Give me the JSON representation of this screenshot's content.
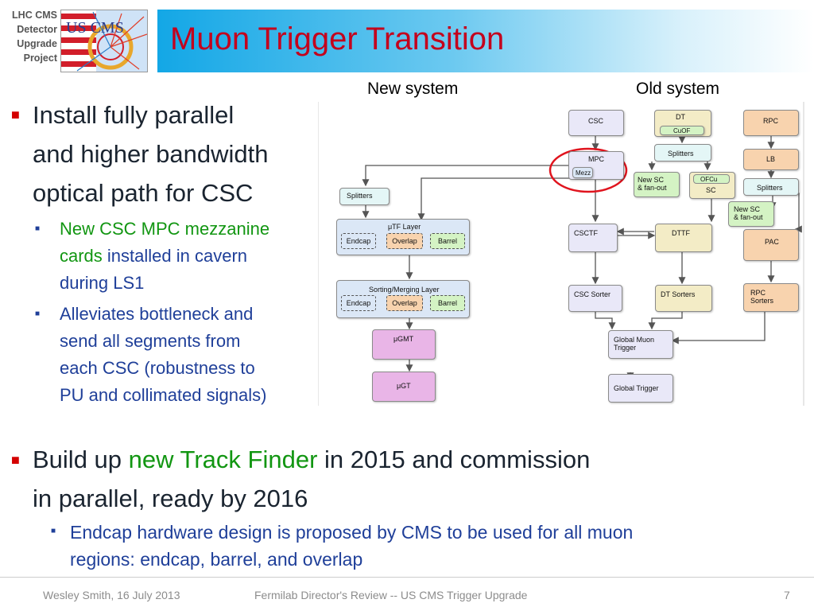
{
  "header": {
    "project_lines": [
      "LHC CMS",
      "Detector",
      "Upgrade",
      "Project"
    ],
    "logo_text": "US CMS",
    "title": "Muon Trigger Transition"
  },
  "diagram_labels": {
    "new_system": "New system",
    "old_system": "Old system"
  },
  "bullets": {
    "first": {
      "lines": [
        "Install fully parallel",
        "and higher bandwidth",
        "optical path for CSC"
      ],
      "subs": [
        {
          "green": "New CSC MPC mezzanine cards",
          "rest": " installed in cavern during LS1",
          "line1": "New CSC MPC mezzanine",
          "line2_green": "cards",
          "line2_rest": " installed in cavern",
          "line3": "during LS1"
        },
        {
          "lines": [
            "Alleviates bottleneck and",
            "send all segments from",
            "each CSC (robustness to",
            "PU and collimated signals)"
          ]
        }
      ]
    },
    "second": {
      "pre": "Build up ",
      "green": "new Track Finder",
      "post": " in 2015 and commission",
      "line2": "in parallel, ready by 2016",
      "sub_lines": [
        "Endcap hardware design is proposed by CMS to be used for all muon",
        "regions: endcap, barrel, and overlap"
      ]
    }
  },
  "diagram": {
    "new": {
      "splitters": "Splitters",
      "utf_layer": "μTF Layer",
      "sorting_layer": "Sorting/Merging Layer",
      "endcap": "Endcap",
      "overlap": "Overlap",
      "barrel": "Barrel",
      "ugmt": "μGMT",
      "ugt": "μGT"
    },
    "old": {
      "csc": "CSC",
      "mpc": "MPC",
      "mezz": "Mezz",
      "dt": "DT",
      "cuof": "CuOF",
      "dt_splitters": "Splitters",
      "new_sc_1": "New SC",
      "new_sc_2": "& fan-out",
      "ofcu": "OFCu",
      "sc": "SC",
      "rpc": "RPC",
      "lb": "LB",
      "rpc_splitters": "Splitters",
      "new_sc_r1": "New SC",
      "new_sc_r2": "& fan-out",
      "csctf": "CSCTF",
      "dttf": "DTTF",
      "pac": "PAC",
      "csc_sorter": "CSC Sorter",
      "dt_sorters": "DT Sorters",
      "rpc_sorters_1": "RPC",
      "rpc_sorters_2": "Sorters",
      "gmt_1": "Global Muon",
      "gmt_2": "Trigger",
      "gt": "Global Trigger"
    },
    "colors": {
      "highlight_circle": "#e0141e"
    }
  },
  "footer": {
    "author": "Wesley Smith, 16 July 2013",
    "event": "Fermilab Director's Review -- US CMS Trigger Upgrade",
    "page": "7"
  }
}
